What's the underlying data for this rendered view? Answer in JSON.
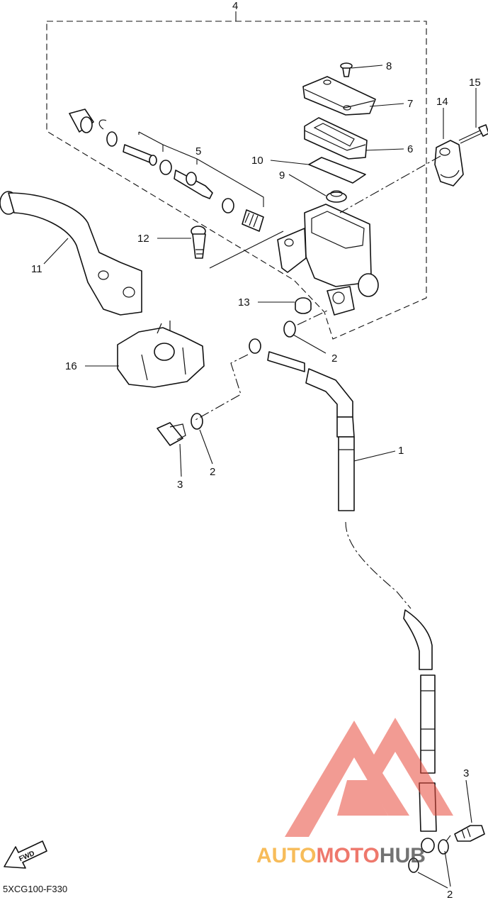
{
  "diagram": {
    "callouts": {
      "c1": "1",
      "c2a": "2",
      "c2b": "2",
      "c2c": "2",
      "c3a": "3",
      "c3b": "3",
      "c4": "4",
      "c5": "5",
      "c6": "6",
      "c7": "7",
      "c8": "8",
      "c9": "9",
      "c10": "10",
      "c11": "11",
      "c12": "12",
      "c13": "13",
      "c14": "14",
      "c15": "15",
      "c16": "16"
    },
    "fwd_label": "FWD",
    "drawing_code": "5XCG100-F330",
    "watermark": {
      "text": "AUTOMOTOHUB",
      "auto_color": "#f5a623",
      "moto_color": "#e94b3c",
      "hub_color": "#444444",
      "logo_color": "#e94b3c"
    }
  }
}
